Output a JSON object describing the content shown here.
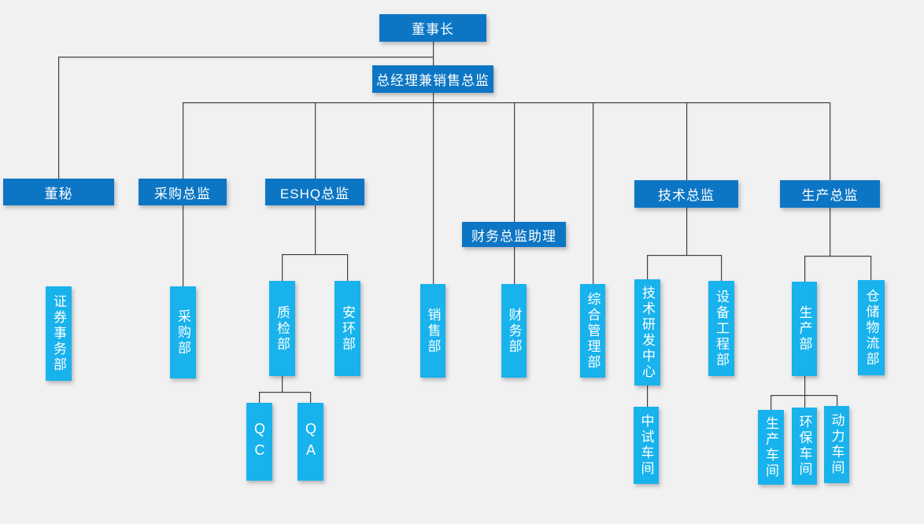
{
  "colors": {
    "director_box": "#0d76c4",
    "dept_box": "#18b2ec",
    "connector": "#3c3c3c",
    "background": "#f1f1f2",
    "text": "#ffffff"
  },
  "nodes": {
    "chairman": "董事长",
    "gm_sales": "总经理兼销售总监",
    "board_secretary": "董秘",
    "securities_dept": "证券事务部",
    "purchasing_director": "采购总监",
    "purchasing_dept": "采购部",
    "eshq_director": "ESHQ总监",
    "quality_dept": "质检部",
    "qc": "QC",
    "qa": "QA",
    "safety_env_dept": "安环部",
    "sales_dept": "销售部",
    "finance_assistant": "财务总监助理",
    "finance_dept": "财务部",
    "general_mgmt_dept": "综合管理部",
    "tech_director": "技术总监",
    "tech_rd_center": "技术研发中心",
    "pilot_workshop": "中试车间",
    "equipment_dept": "设备工程部",
    "production_director": "生产总监",
    "production_dept": "生产部",
    "production_workshop": "生产车间",
    "env_workshop": "环保车间",
    "power_workshop": "动力车间",
    "warehouse_dept": "仓储物流部"
  },
  "edges": [
    {
      "parent": "chairman",
      "children": [
        "board_secretary",
        "gm_sales"
      ]
    },
    {
      "parent": "gm_sales",
      "children": [
        "purchasing_director",
        "eshq_director",
        "sales_dept",
        "finance_assistant",
        "general_mgmt_dept",
        "tech_director",
        "production_director"
      ]
    },
    {
      "parent": "board_secretary",
      "children": [
        "securities_dept"
      ]
    },
    {
      "parent": "purchasing_director",
      "children": [
        "purchasing_dept"
      ]
    },
    {
      "parent": "eshq_director",
      "children": [
        "quality_dept",
        "safety_env_dept"
      ]
    },
    {
      "parent": "quality_dept",
      "children": [
        "qc",
        "qa"
      ]
    },
    {
      "parent": "finance_assistant",
      "children": [
        "finance_dept"
      ]
    },
    {
      "parent": "tech_director",
      "children": [
        "tech_rd_center",
        "equipment_dept"
      ]
    },
    {
      "parent": "tech_rd_center",
      "children": [
        "pilot_workshop"
      ]
    },
    {
      "parent": "production_director",
      "children": [
        "production_dept",
        "warehouse_dept"
      ]
    },
    {
      "parent": "production_dept",
      "children": [
        "production_workshop",
        "env_workshop",
        "power_workshop"
      ]
    }
  ]
}
